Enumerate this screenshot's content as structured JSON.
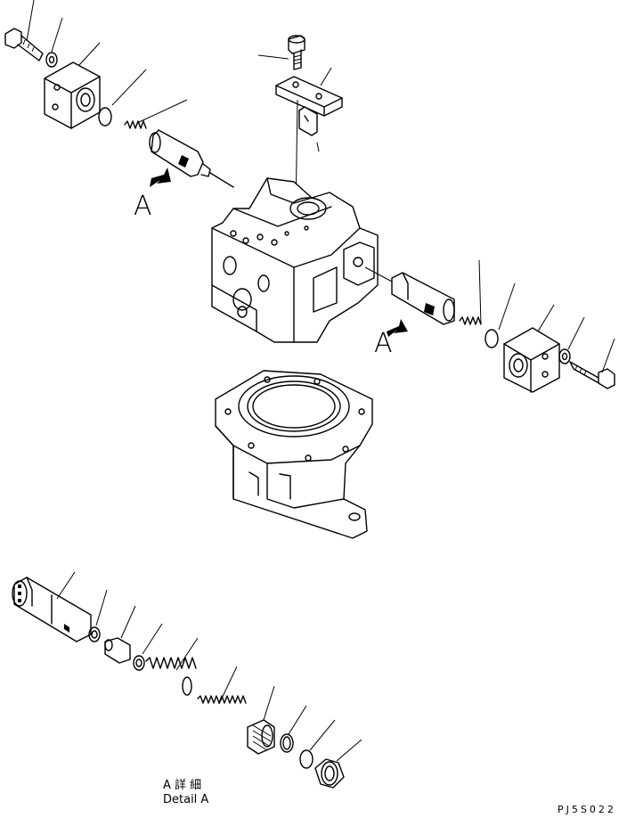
{
  "view_labels": [
    "A",
    "A"
  ],
  "detail_caption": {
    "line1": "A 詳 細",
    "line2": "Detail A"
  },
  "drawing_code": "PJ5S022"
}
